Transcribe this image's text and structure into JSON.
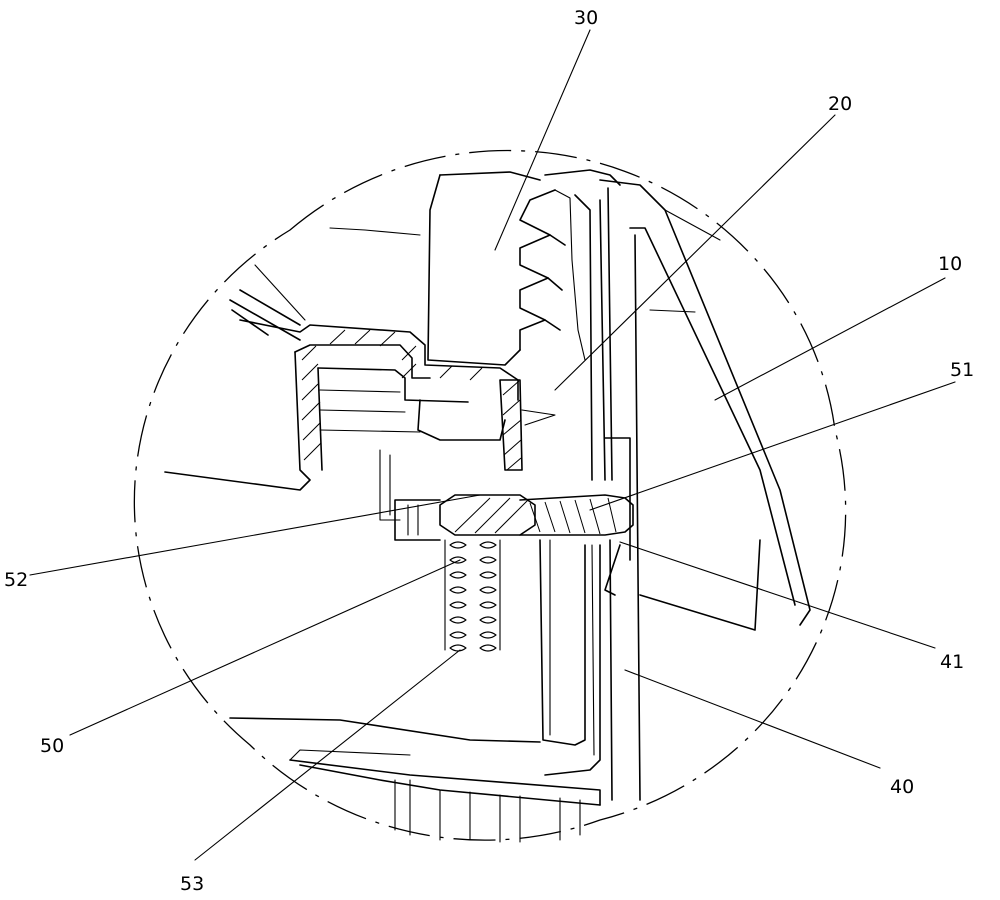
{
  "labels": {
    "l30": "30",
    "l20": "20",
    "l10": "10",
    "l51": "51",
    "l52": "52",
    "l50": "50",
    "l53": "53",
    "l41": "41",
    "l40": "40"
  }
}
